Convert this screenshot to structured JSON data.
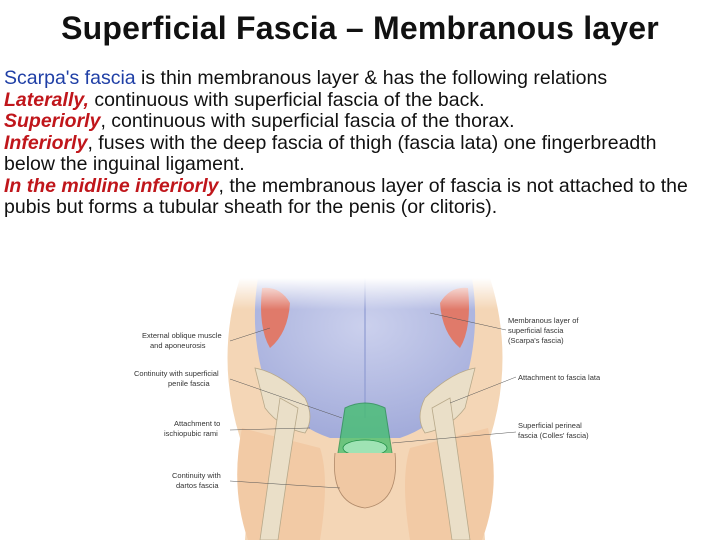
{
  "slide": {
    "title": "Superficial Fascia – Membranous layer",
    "paragraphs": [
      {
        "lead": "Scarpa's fascia",
        "rest": " is thin membranous layer & has the following relations"
      },
      {
        "lead": "Laterally,",
        "rest": " continuous with superficial fascia of the back."
      },
      {
        "lead": "Superiorly",
        "rest": ", continuous with superficial fascia of the thorax."
      },
      {
        "lead": "Inferiorly",
        "rest": ", fuses with the deep fascia of thigh (fascia lata) one fingerbreadth below the inguinal ligament."
      },
      {
        "lead": "In the midline inferiorly",
        "rest": ", the membranous layer of fascia is not attached to the pubis but forms a tubular sheath for the penis (or clitoris)."
      }
    ]
  },
  "figure": {
    "labels_left": {
      "external_oblique_1": "External oblique muscle",
      "external_oblique_2": "and aponeurosis",
      "continuity_penile_1": "Continuity with superficial",
      "continuity_penile_2": "penile fascia",
      "attachment_ischio_1": "Attachment to",
      "attachment_ischio_2": "ischiopubic rami",
      "continuity_dartos_1": "Continuity with",
      "continuity_dartos_2": "dartos fascia"
    },
    "labels_right": {
      "membranous_1": "Membranous layer of",
      "membranous_2": "superficial fascia",
      "membranous_3": "(Scarpa's fascia)",
      "fascia_lata": "Attachment to fascia lata",
      "perineal_1": "Superficial perineal",
      "perineal_2": "fascia (Colles' fascia)"
    },
    "colors": {
      "skin": "#f4d6b6",
      "fascia_blue": "#b8c2e8",
      "muscle": "#e07a6a",
      "bone": "#eadfc8",
      "green_sheath": "#3fbf6a"
    }
  }
}
